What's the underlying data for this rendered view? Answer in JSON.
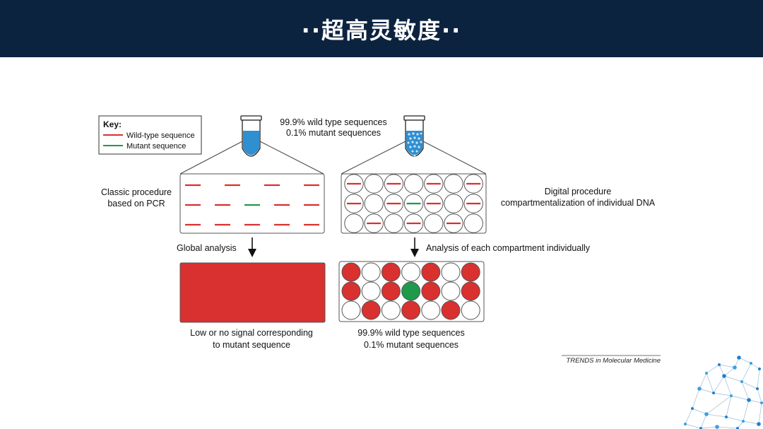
{
  "header": {
    "title": "··超高灵敏度··"
  },
  "colors": {
    "header_bg": "#0c2340",
    "wild_type": "#d93030",
    "mutant": "#1e9a4a",
    "tube_liquid": "#2f8fd0",
    "network_accent": "#1e7fd0"
  },
  "key": {
    "title": "Key:",
    "wild_type_label": "Wild-type sequence",
    "mutant_label": "Mutant sequence"
  },
  "top_label": {
    "line1": "99.9% wild type sequences",
    "line2": "0.1% mutant sequences"
  },
  "classic": {
    "label_line1": "Classic procedure",
    "label_line2": "based on PCR",
    "analysis_label": "Global analysis",
    "result_line1": "Low or no signal corresponding",
    "result_line2": "to mutant sequence",
    "rows": [
      [
        "wt",
        "wt",
        "wt",
        "wt"
      ],
      [
        "wt",
        "wt",
        "mut",
        "wt",
        "wt"
      ],
      [
        "wt",
        "wt",
        "wt",
        "wt",
        "wt"
      ]
    ]
  },
  "digital": {
    "label_line1": "Digital procedure",
    "label_line2": "compartmentalization of individual DNA",
    "analysis_label": "Analysis of each compartment individually",
    "result_line1": "99.9% wild type sequences",
    "result_line2": "0.1% mutant sequences",
    "compartments": [
      [
        "wt",
        "",
        "wt",
        "",
        "wt",
        "",
        "wt"
      ],
      [
        "wt",
        "",
        "wt",
        "mut",
        "wt",
        "",
        "wt"
      ],
      [
        "",
        "wt",
        "",
        "wt",
        "",
        "wt",
        ""
      ]
    ]
  },
  "credit": "TRENDS in Molecular Medicine"
}
